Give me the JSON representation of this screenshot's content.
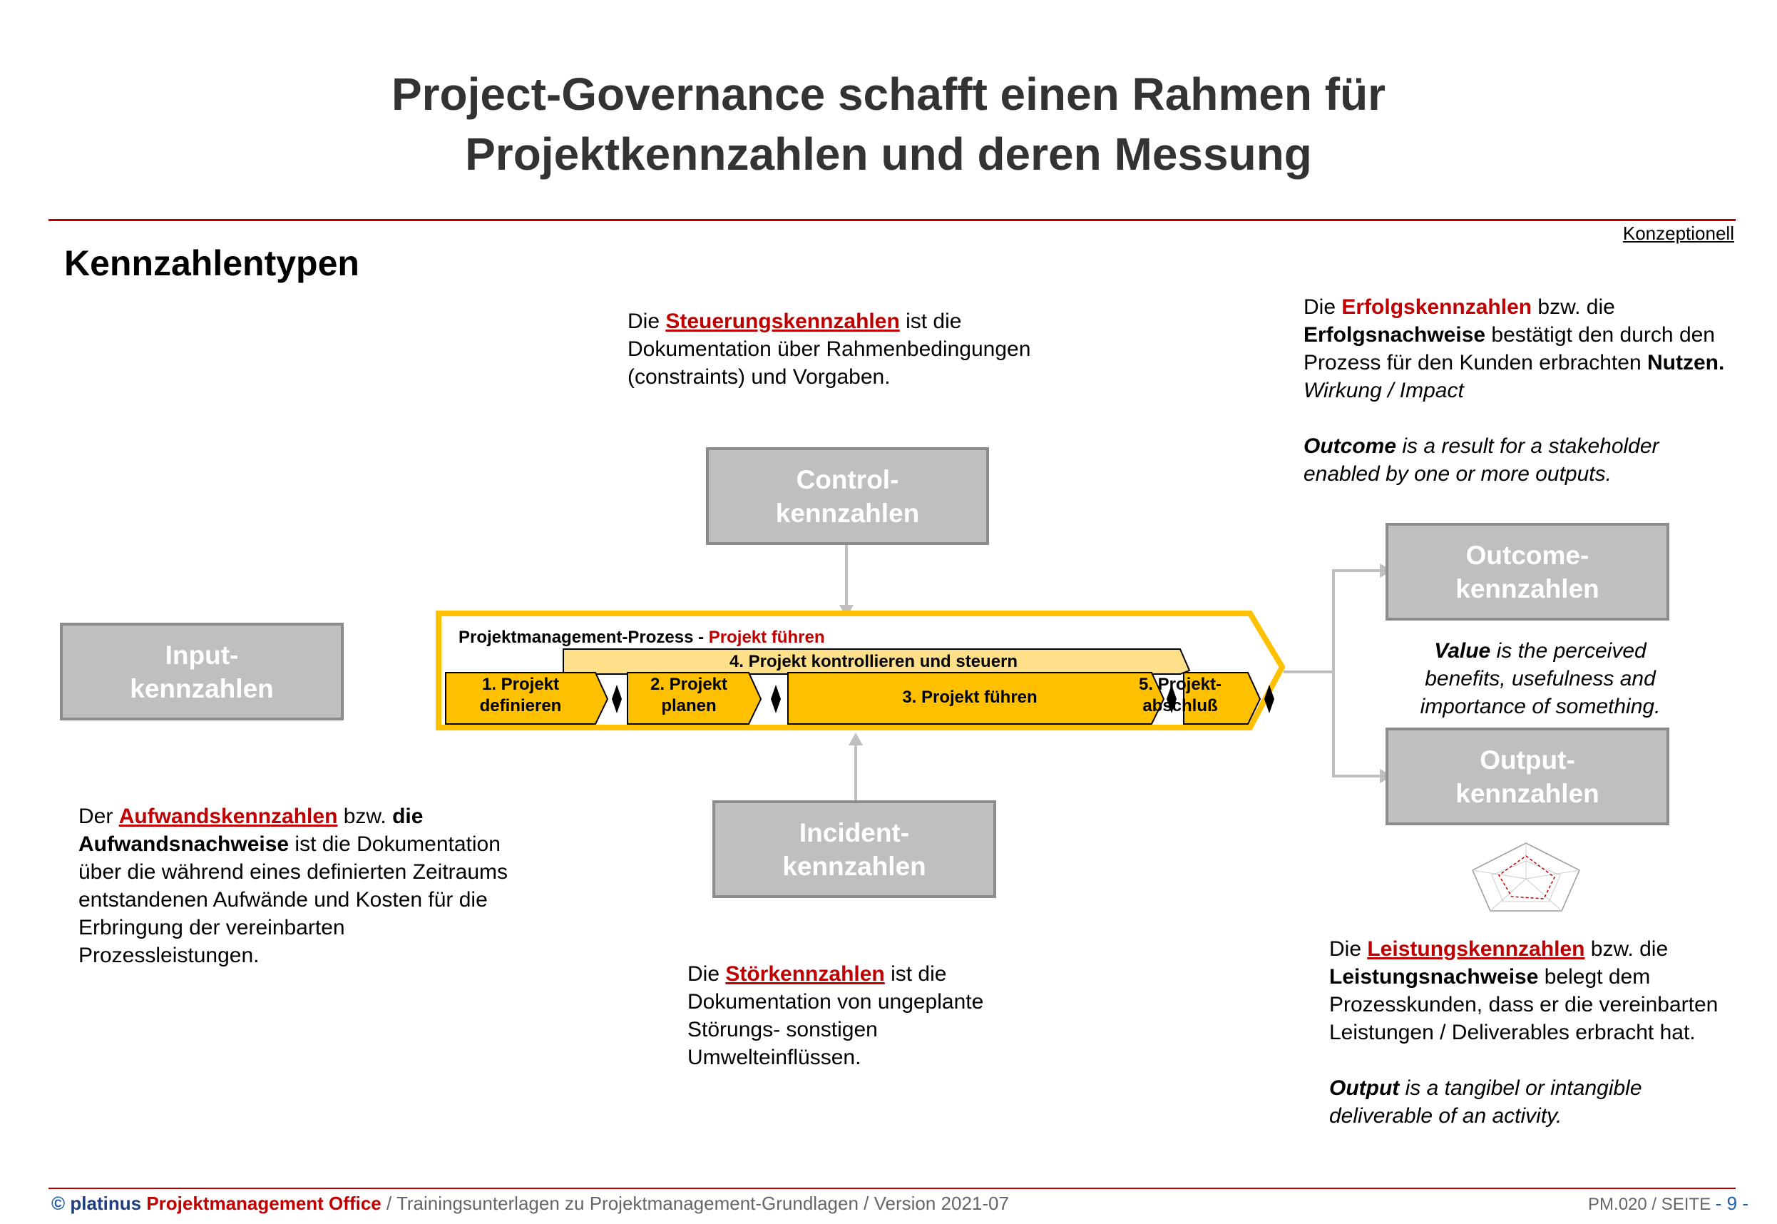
{
  "title": {
    "line1": "Project-Governance schafft einen Rahmen für",
    "line2": "Projektkennzahlen und deren Messung"
  },
  "tag": "Konzeptionell",
  "section_title": "Kennzahlentypen",
  "boxes": {
    "control": {
      "l1": "Control-",
      "l2": "kennzahlen"
    },
    "input": {
      "l1": "Input-",
      "l2": "kennzahlen"
    },
    "incident": {
      "l1": "Incident-",
      "l2": "kennzahlen"
    },
    "outcome": {
      "l1": "Outcome-",
      "l2": "kennzahlen"
    },
    "output": {
      "l1": "Output-",
      "l2": "kennzahlen"
    }
  },
  "process": {
    "label": "Projektmanagement-Prozess - ",
    "label_red": "Projekt führen",
    "control_step": "4. Projekt kontrollieren und steuern",
    "steps": [
      {
        "l1": "1. Projekt",
        "l2": "definieren"
      },
      {
        "l1": "2. Projekt",
        "l2": "planen"
      },
      {
        "l1": "3. Projekt führen",
        "l2": ""
      },
      {
        "l1": "5. Projekt-",
        "l2": "abschluß"
      }
    ]
  },
  "steuerung": {
    "pre": "Die ",
    "term": "Steuerungskennzahlen",
    "post": " ist die",
    "line2": "Dokumentation über Rahmenbedingungen",
    "line3": "(constraints) und Vorgaben."
  },
  "erfolg": {
    "pre": "Die ",
    "term": "Erfolgskennzahlen",
    "post": " bzw. die",
    "l2b": "Erfolgsnachweise",
    "l2": " bestätigt den durch den",
    "l3": "Prozess für den Kunden erbrachten ",
    "l3b": "Nutzen.",
    "l4": "Wirkung / Impact",
    "l5b": "Outcome",
    "l5": " is a result for a stakeholder",
    "l6": "enabled by one or more outputs."
  },
  "value": {
    "b": "Value",
    "l1": " is the perceived",
    "l2": "benefits, usefulness and",
    "l3": "importance of something."
  },
  "aufwand": {
    "pre": "Der ",
    "term": "Aufwandskennzahlen",
    "post": " bzw. ",
    "post_b": "die",
    "l2b": "Aufwandsnachweise",
    "l2": " ist die Dokumentation",
    "l3": "über die während eines definierten Zeitraums",
    "l4": "entstandenen Aufwände und Kosten für die",
    "l5": "Erbringung der vereinbarten",
    "l6": "Prozessleistungen."
  },
  "stoer": {
    "pre": "Die ",
    "term": "Störkennzahlen",
    "post": " ist die",
    "l2": "Dokumentation von ungeplante",
    "l3": "Störungs- sonstigen",
    "l4": "Umwelteinflüssen."
  },
  "leistung": {
    "pre": "Die ",
    "term": "Leistungskennzahlen",
    "post": " bzw. die",
    "l2b": "Leistungsnachweise",
    "l2": " belegt dem",
    "l3": "Prozesskunden, dass er die vereinbarten",
    "l4": "Leistungen / Deliverables erbracht hat.",
    "l5b": "Output",
    "l5": " is a tangibel or intangible",
    "l6": "deliverable of an activity."
  },
  "footer": {
    "copyright": "©",
    "brand": "platinus",
    "office": "Projektmanagement Office",
    "rest": " / Trainingsunterlagen zu Projektmanagement-Grundlagen / Version 2021-07",
    "page_code": "PM.020 / SEITE ",
    "page_num": "- 9 -"
  },
  "colors": {
    "accent_red": "#c00000",
    "box_gray": "#bfbfbf",
    "process_yellow": "#ffc000",
    "process_light": "#ffe08a",
    "footer_blue": "#1f5fa8"
  }
}
